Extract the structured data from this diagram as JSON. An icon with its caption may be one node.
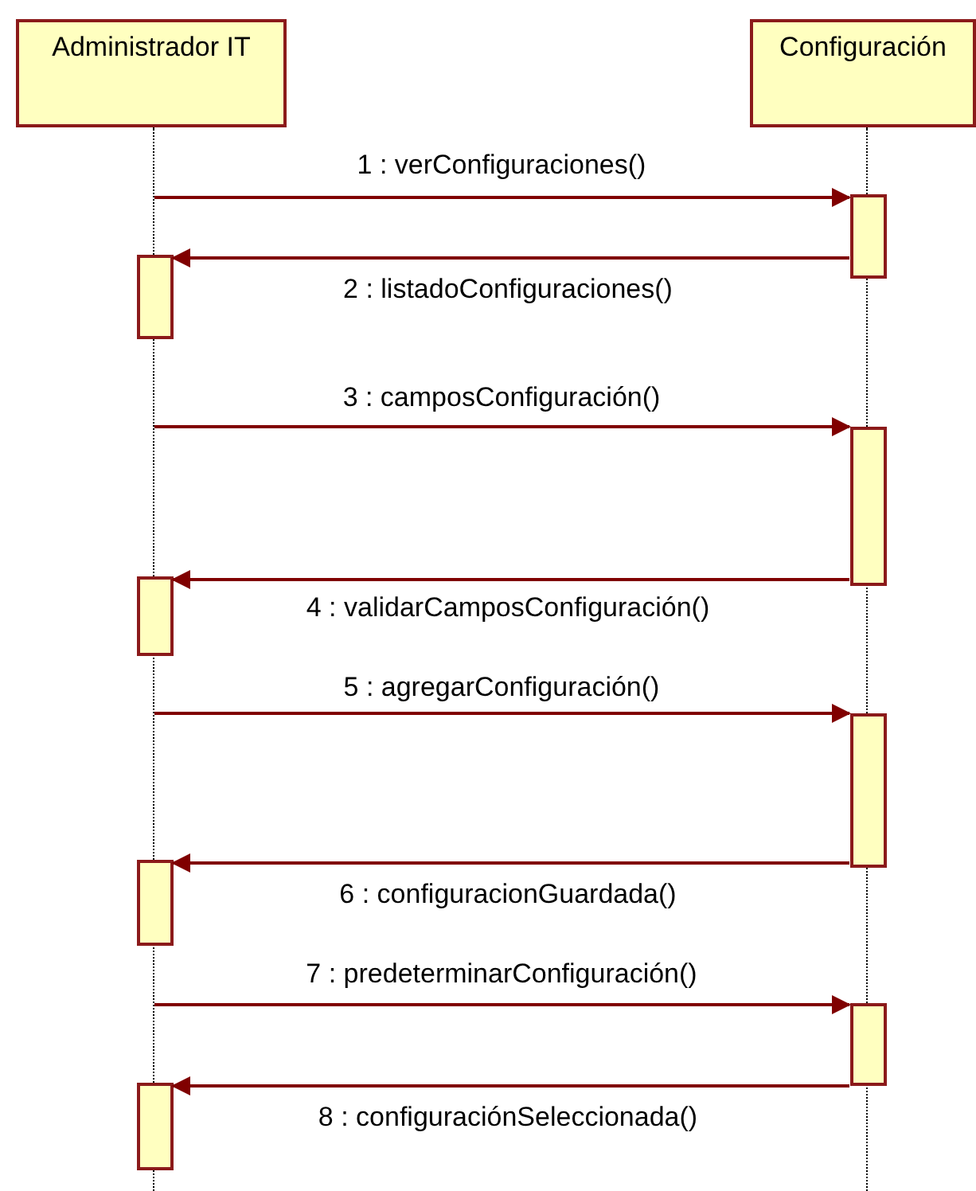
{
  "diagram": {
    "nodes": [
      {
        "text": [
          "Administrador IT"
        ]
      },
      {
        "text": [
          "Configuración"
        ]
      },
      {
        "text": [],
        "shape": "line"
      },
      {
        "text": [],
        "shape": "bar"
      },
      {
        "text": [],
        "shape": "bar"
      },
      {
        "text": [],
        "shape": "bar"
      },
      {
        "text": [],
        "shape": "bar"
      },
      {
        "text": [],
        "shape": "bar"
      },
      {
        "text": [],
        "shape": "bar"
      },
      {
        "text": [],
        "shape": "bar"
      },
      {
        "text": [],
        "shape": "bar"
      }
    ],
    "edges": [
      {
        "from": 2,
        "to": 3,
        "arrow": "to",
        "label": "1 : verConfiguraciones()"
      },
      {
        "from": 3,
        "to": 4,
        "arrow": "to",
        "label": "2 : listadoConfiguraciones()"
      },
      {
        "from": 2,
        "to": 5,
        "arrow": "to",
        "label": "3 : camposConfiguración()"
      },
      {
        "from": 5,
        "to": 6,
        "arrow": "to",
        "label": "4 : validarCamposConfiguración()"
      },
      {
        "from": 2,
        "to": 7,
        "arrow": "to",
        "label": "5 : agregarConfiguración()"
      },
      {
        "from": 7,
        "to": 8,
        "arrow": "to",
        "label": "6 : configuracionGuardada()"
      },
      {
        "from": 2,
        "to": 9,
        "arrow": "to",
        "label": "7 : predeterminarConfiguración()"
      },
      {
        "from": 9,
        "to": 10,
        "arrow": "to",
        "label": "8 : configuraciónSeleccionada()"
      }
    ]
  }
}
